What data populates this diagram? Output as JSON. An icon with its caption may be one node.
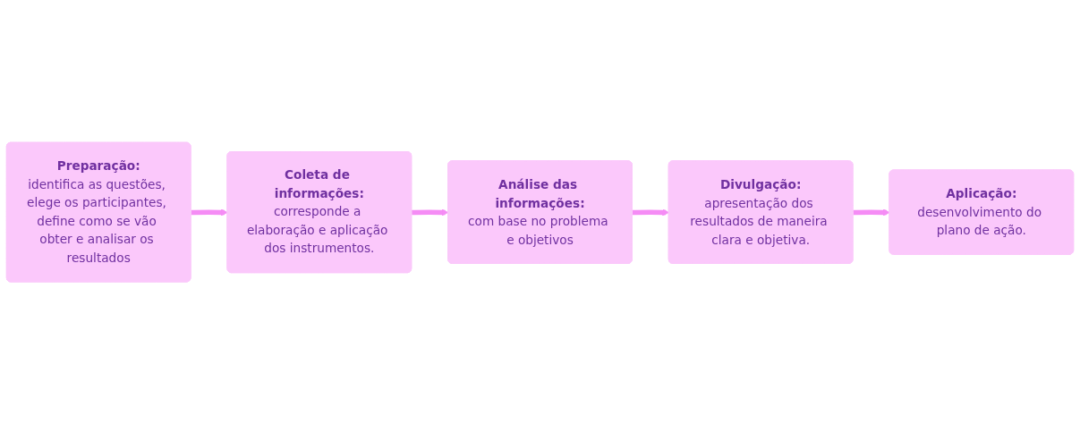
{
  "diagram": {
    "nodes": [
      {
        "text": [
          "Preparação:",
          "identifica as questões, elege os participantes, define como se vão obter e analisar os resultados"
        ]
      },
      {
        "text": [
          "Coleta de informações:",
          "corresponde a elaboração e aplicação dos instrumentos."
        ]
      },
      {
        "text": [
          "Análise das informações:",
          "com base no problema e objetivos"
        ]
      },
      {
        "text": [
          "Aplicação:",
          "desenvolvimento do plano de ação."
        ]
      },
      {
        "text": [
          "Divulgação:",
          "apresentação dos resultados de maneira clara e objetiva."
        ]
      }
    ],
    "edges": [
      {
        "from": 0,
        "to": 1,
        "arrow": "to"
      },
      {
        "from": 1,
        "to": 2,
        "arrow": "to"
      },
      {
        "from": 2,
        "to": 4,
        "arrow": "to"
      },
      {
        "from": 4,
        "to": 3,
        "arrow": "to"
      }
    ]
  }
}
